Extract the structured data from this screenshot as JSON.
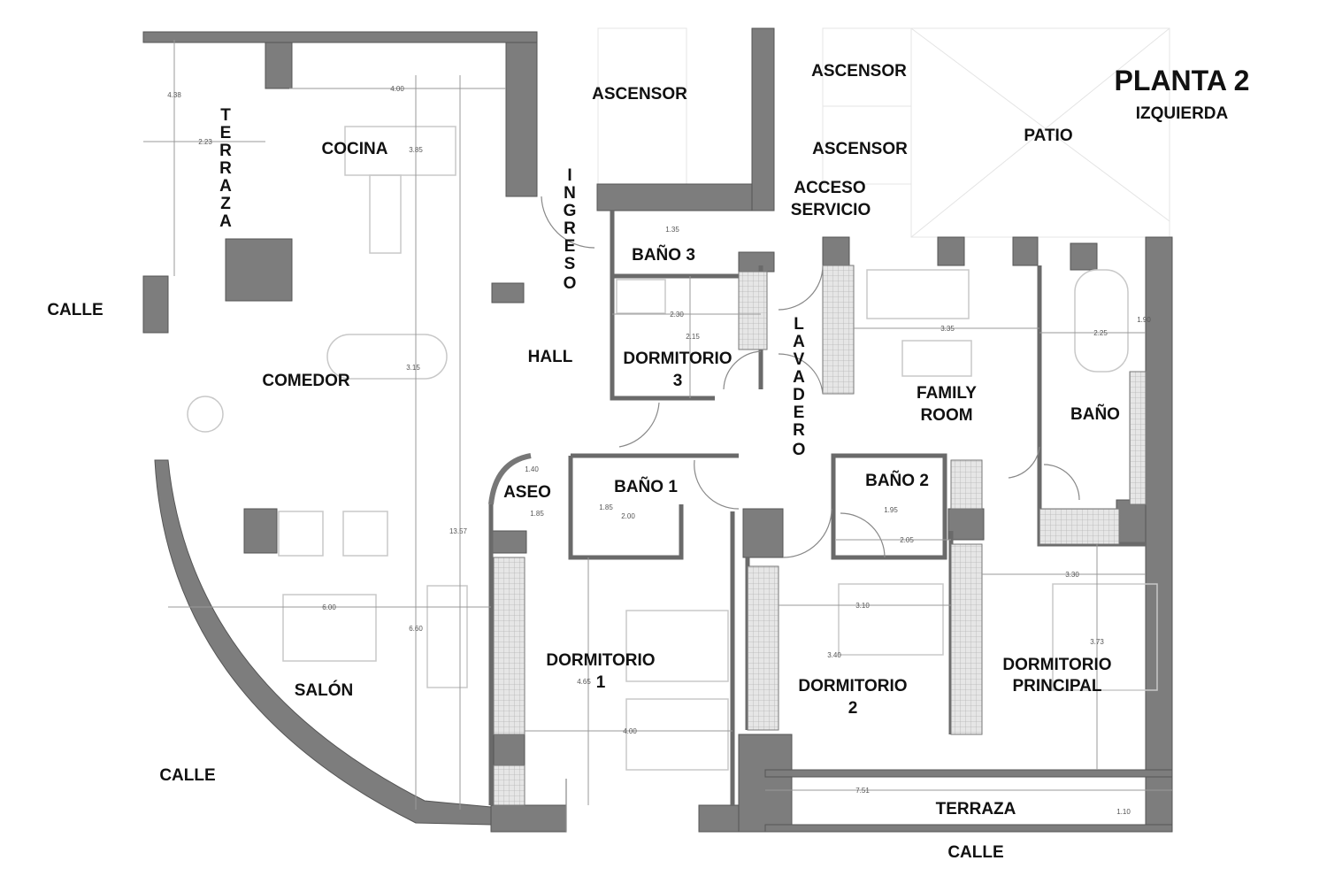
{
  "title": {
    "main": "PLANTA 2",
    "sub": "IZQUIERDA"
  },
  "rooms": {
    "terraza_left": [
      "T",
      "E",
      "R",
      "R",
      "A",
      "Z",
      "A"
    ],
    "cocina": "COCINA",
    "comedor": "COMEDOR",
    "salon": "SALÓN",
    "hall": "HALL",
    "ingreso": [
      "I",
      "N",
      "G",
      "R",
      "E",
      "S",
      "O"
    ],
    "ascensor_1": "ASCENSOR",
    "ascensor_2": "ASCENSOR",
    "ascensor_3": "ASCENSOR",
    "acceso_servicio_1": "ACCESO",
    "acceso_servicio_2": "SERVICIO",
    "patio": "PATIO",
    "bano_3": "BAÑO 3",
    "dormitorio_3_1": "DORMITORIO",
    "dormitorio_3_2": "3",
    "lavadero": [
      "L",
      "A",
      "V",
      "A",
      "D",
      "E",
      "R",
      "O"
    ],
    "family_room_1": "FAMILY",
    "family_room_2": "ROOM",
    "bano": "BAÑO",
    "aseo": "ASEO",
    "bano_1": "BAÑO 1",
    "bano_2": "BAÑO 2",
    "dormitorio_1_1": "DORMITORIO",
    "dormitorio_1_2": "1",
    "dormitorio_2_1": "DORMITORIO",
    "dormitorio_2_2": "2",
    "dormitorio_principal_1": "DORMITORIO",
    "dormitorio_principal_2": "PRINCIPAL",
    "terraza_bottom": "TERRAZA"
  },
  "streets": {
    "left_top": "CALLE",
    "left_bottom": "CALLE",
    "bottom": "CALLE"
  },
  "dimensions": {
    "terraza_height": "4.38",
    "terraza_width": "2.23",
    "cocina_width": "4.00",
    "cocina_depth": "3.85",
    "comedor_depth": "3.15",
    "total_depth": "13.57",
    "salon_width": "6.00",
    "salon_depth": "6.60",
    "bano3": "1.35",
    "dorm3_width": "2.30",
    "dorm3_depth": "2.15",
    "aseo_width": "1.40",
    "aseo_depth": "1.85",
    "bano1_depth": "1.85",
    "bano1_width": "2.00",
    "dorm1_depth": "4.65",
    "dorm1_width": "4.00",
    "family_width": "3.35",
    "bano_width": "2.25",
    "bano_depth": "1.90",
    "bano2_depth": "1.95",
    "bano2_width": "2.05",
    "dorm2_width": "3.10",
    "dorm2_depth": "3.40",
    "principal_width": "3.30",
    "principal_depth": "3.73",
    "terraza_width_bottom": "7.51",
    "terraza_depth_bottom": "1.10"
  }
}
